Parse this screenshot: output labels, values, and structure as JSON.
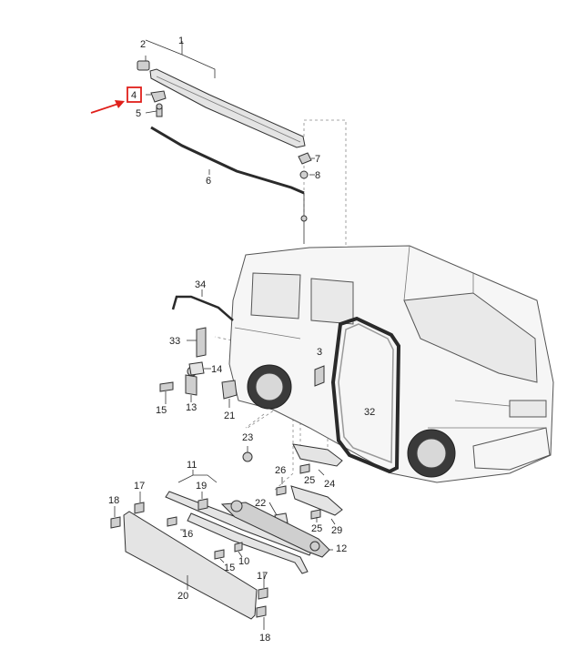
{
  "callouts": {
    "n1": "1",
    "n2": "2",
    "n3": "3",
    "n4": "4",
    "n5": "5",
    "n6": "6",
    "n7": "7",
    "n8": "8",
    "n10": "10",
    "n11": "11",
    "n12": "12",
    "n13": "13",
    "n14": "14",
    "n15a": "15",
    "n15b": "15",
    "n16": "16",
    "n17a": "17",
    "n17b": "17",
    "n18a": "18",
    "n18b": "18",
    "n19": "19",
    "n20": "20",
    "n21": "21",
    "n22": "22",
    "n23": "23",
    "n24": "24",
    "n25a": "25",
    "n25b": "25",
    "n26": "26",
    "n29": "29",
    "n32": "32",
    "n33": "33",
    "n34": "34"
  },
  "highlight": {
    "part": "4",
    "box_color": "#e0201b",
    "arrow_color": "#e0201b"
  }
}
